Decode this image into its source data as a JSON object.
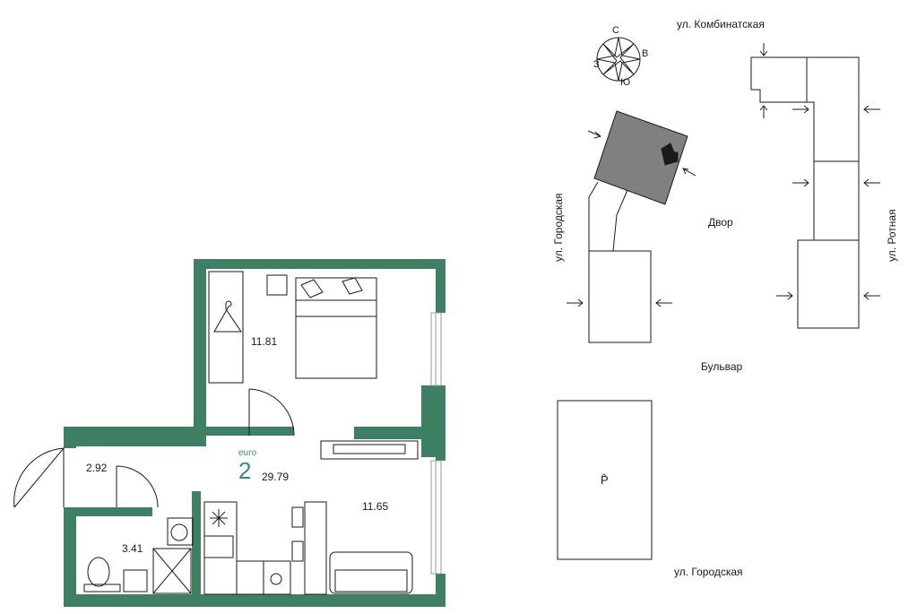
{
  "plan": {
    "areas": {
      "bedroom": "11.81",
      "living": "11.65",
      "hall": "2.92",
      "bath": "3.41",
      "total": "29.79"
    },
    "flat_type": "euro",
    "rooms_count": "2"
  },
  "site": {
    "compass": {
      "n": "С",
      "e": "В",
      "s": "Ю",
      "w": "З"
    },
    "streets": {
      "top": "ул. Комбинатская",
      "left": "ул. Городская",
      "right": "ул. Ротная",
      "bottom": "ул. Городская"
    },
    "yard_label": "Двор",
    "boulevard_label": "Бульвар",
    "parking_label": "P̂"
  },
  "colors": {
    "wall": "#3f7f63",
    "building_fill": "#808080",
    "line": "#1a1a1a",
    "accent_text": "#3d8a6a"
  }
}
